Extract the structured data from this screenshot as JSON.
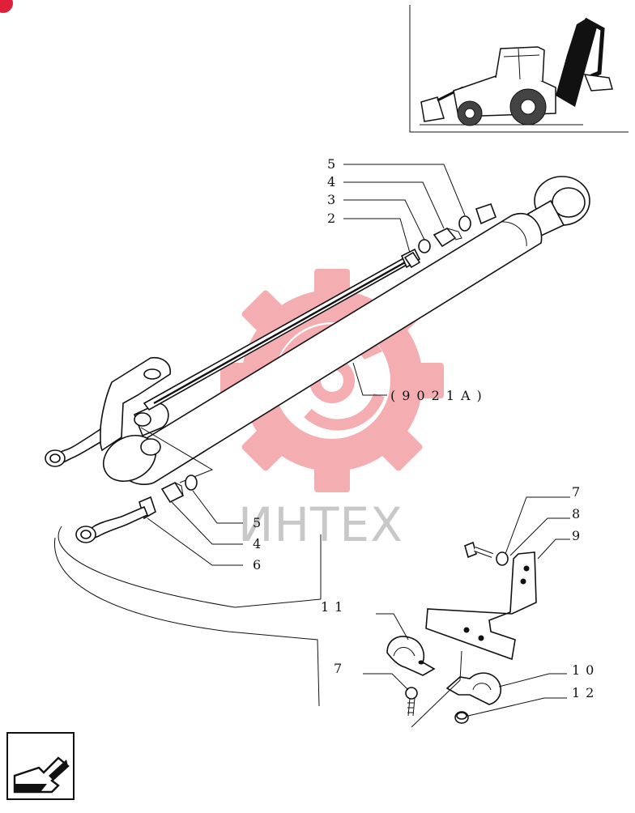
{
  "diagram": {
    "reference_label": "(9021A)",
    "watermark_text": "ИНТЕХ",
    "callouts": [
      {
        "id": "c5a",
        "text": "5"
      },
      {
        "id": "c4a",
        "text": "4"
      },
      {
        "id": "c3a",
        "text": "3"
      },
      {
        "id": "c2a",
        "text": "2"
      },
      {
        "id": "c5b",
        "text": "5"
      },
      {
        "id": "c4b",
        "text": "4"
      },
      {
        "id": "c6",
        "text": "6"
      },
      {
        "id": "c7a",
        "text": "7"
      },
      {
        "id": "c8",
        "text": "8"
      },
      {
        "id": "c9",
        "text": "9"
      },
      {
        "id": "c11",
        "text": "11"
      },
      {
        "id": "c7b",
        "text": "7"
      },
      {
        "id": "c10",
        "text": "10"
      },
      {
        "id": "c12",
        "text": "12"
      }
    ]
  },
  "colors": {
    "line": "#111111",
    "watermark_gear": "#f3a0a4",
    "watermark_text": "#c8c8c8",
    "corner_badge": "#e0203a"
  },
  "icons": {
    "corner": "corner-badge-icon",
    "nav": "next-page-arrow-icon",
    "thumbnail": "backhoe-loader-icon"
  }
}
